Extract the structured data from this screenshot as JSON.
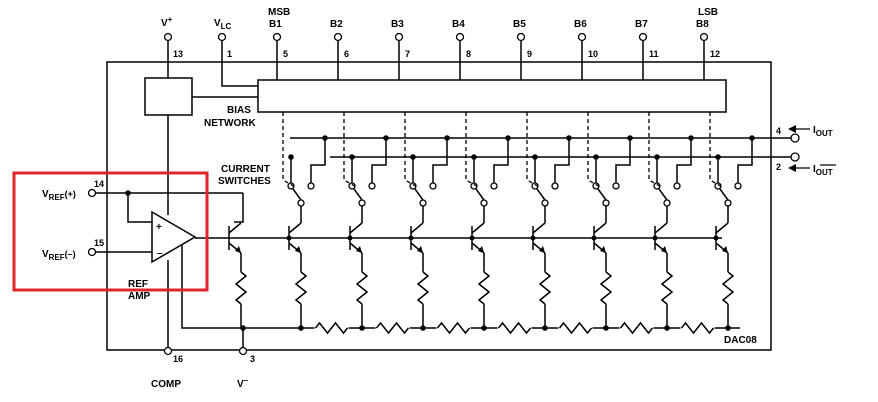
{
  "diagram": {
    "part": "DAC08",
    "labels": {
      "vplus": "V",
      "vplus_sup": "+",
      "vlc": "V",
      "vlc_sub": "LC",
      "msb": "MSB",
      "lsb": "LSB",
      "bias1": "BIAS",
      "bias2": "NETWORK",
      "cs1": "CURRENT",
      "cs2": "SWITCHES",
      "vrefp_main": "V",
      "vrefp_sub": "REF",
      "vrefp_suffix": "(+)",
      "vrefm_main": "V",
      "vrefm_sub": "REF",
      "vrefm_suffix": "(–)",
      "ref1": "REF",
      "ref2": "AMP",
      "comp": "COMP",
      "vminus": "V",
      "vminus_sup": "–",
      "iout_main": "I",
      "iout_sub": "OUT",
      "ioutb_main": "I",
      "ioutb_sub": "OUT",
      "plus": "+",
      "minus": "–"
    },
    "bits": [
      "B1",
      "B2",
      "B3",
      "B4",
      "B5",
      "B6",
      "B7",
      "B8"
    ],
    "bit_pins": [
      "5",
      "6",
      "7",
      "8",
      "9",
      "10",
      "11",
      "12"
    ],
    "pins": {
      "vplus": "13",
      "vlc": "1",
      "vrefp": "14",
      "vrefm": "15",
      "comp": "16",
      "vminus": "3",
      "iout": "4",
      "ioutb": "2"
    },
    "colors": {
      "highlight": "#e0242b",
      "ink": "#000000"
    }
  }
}
